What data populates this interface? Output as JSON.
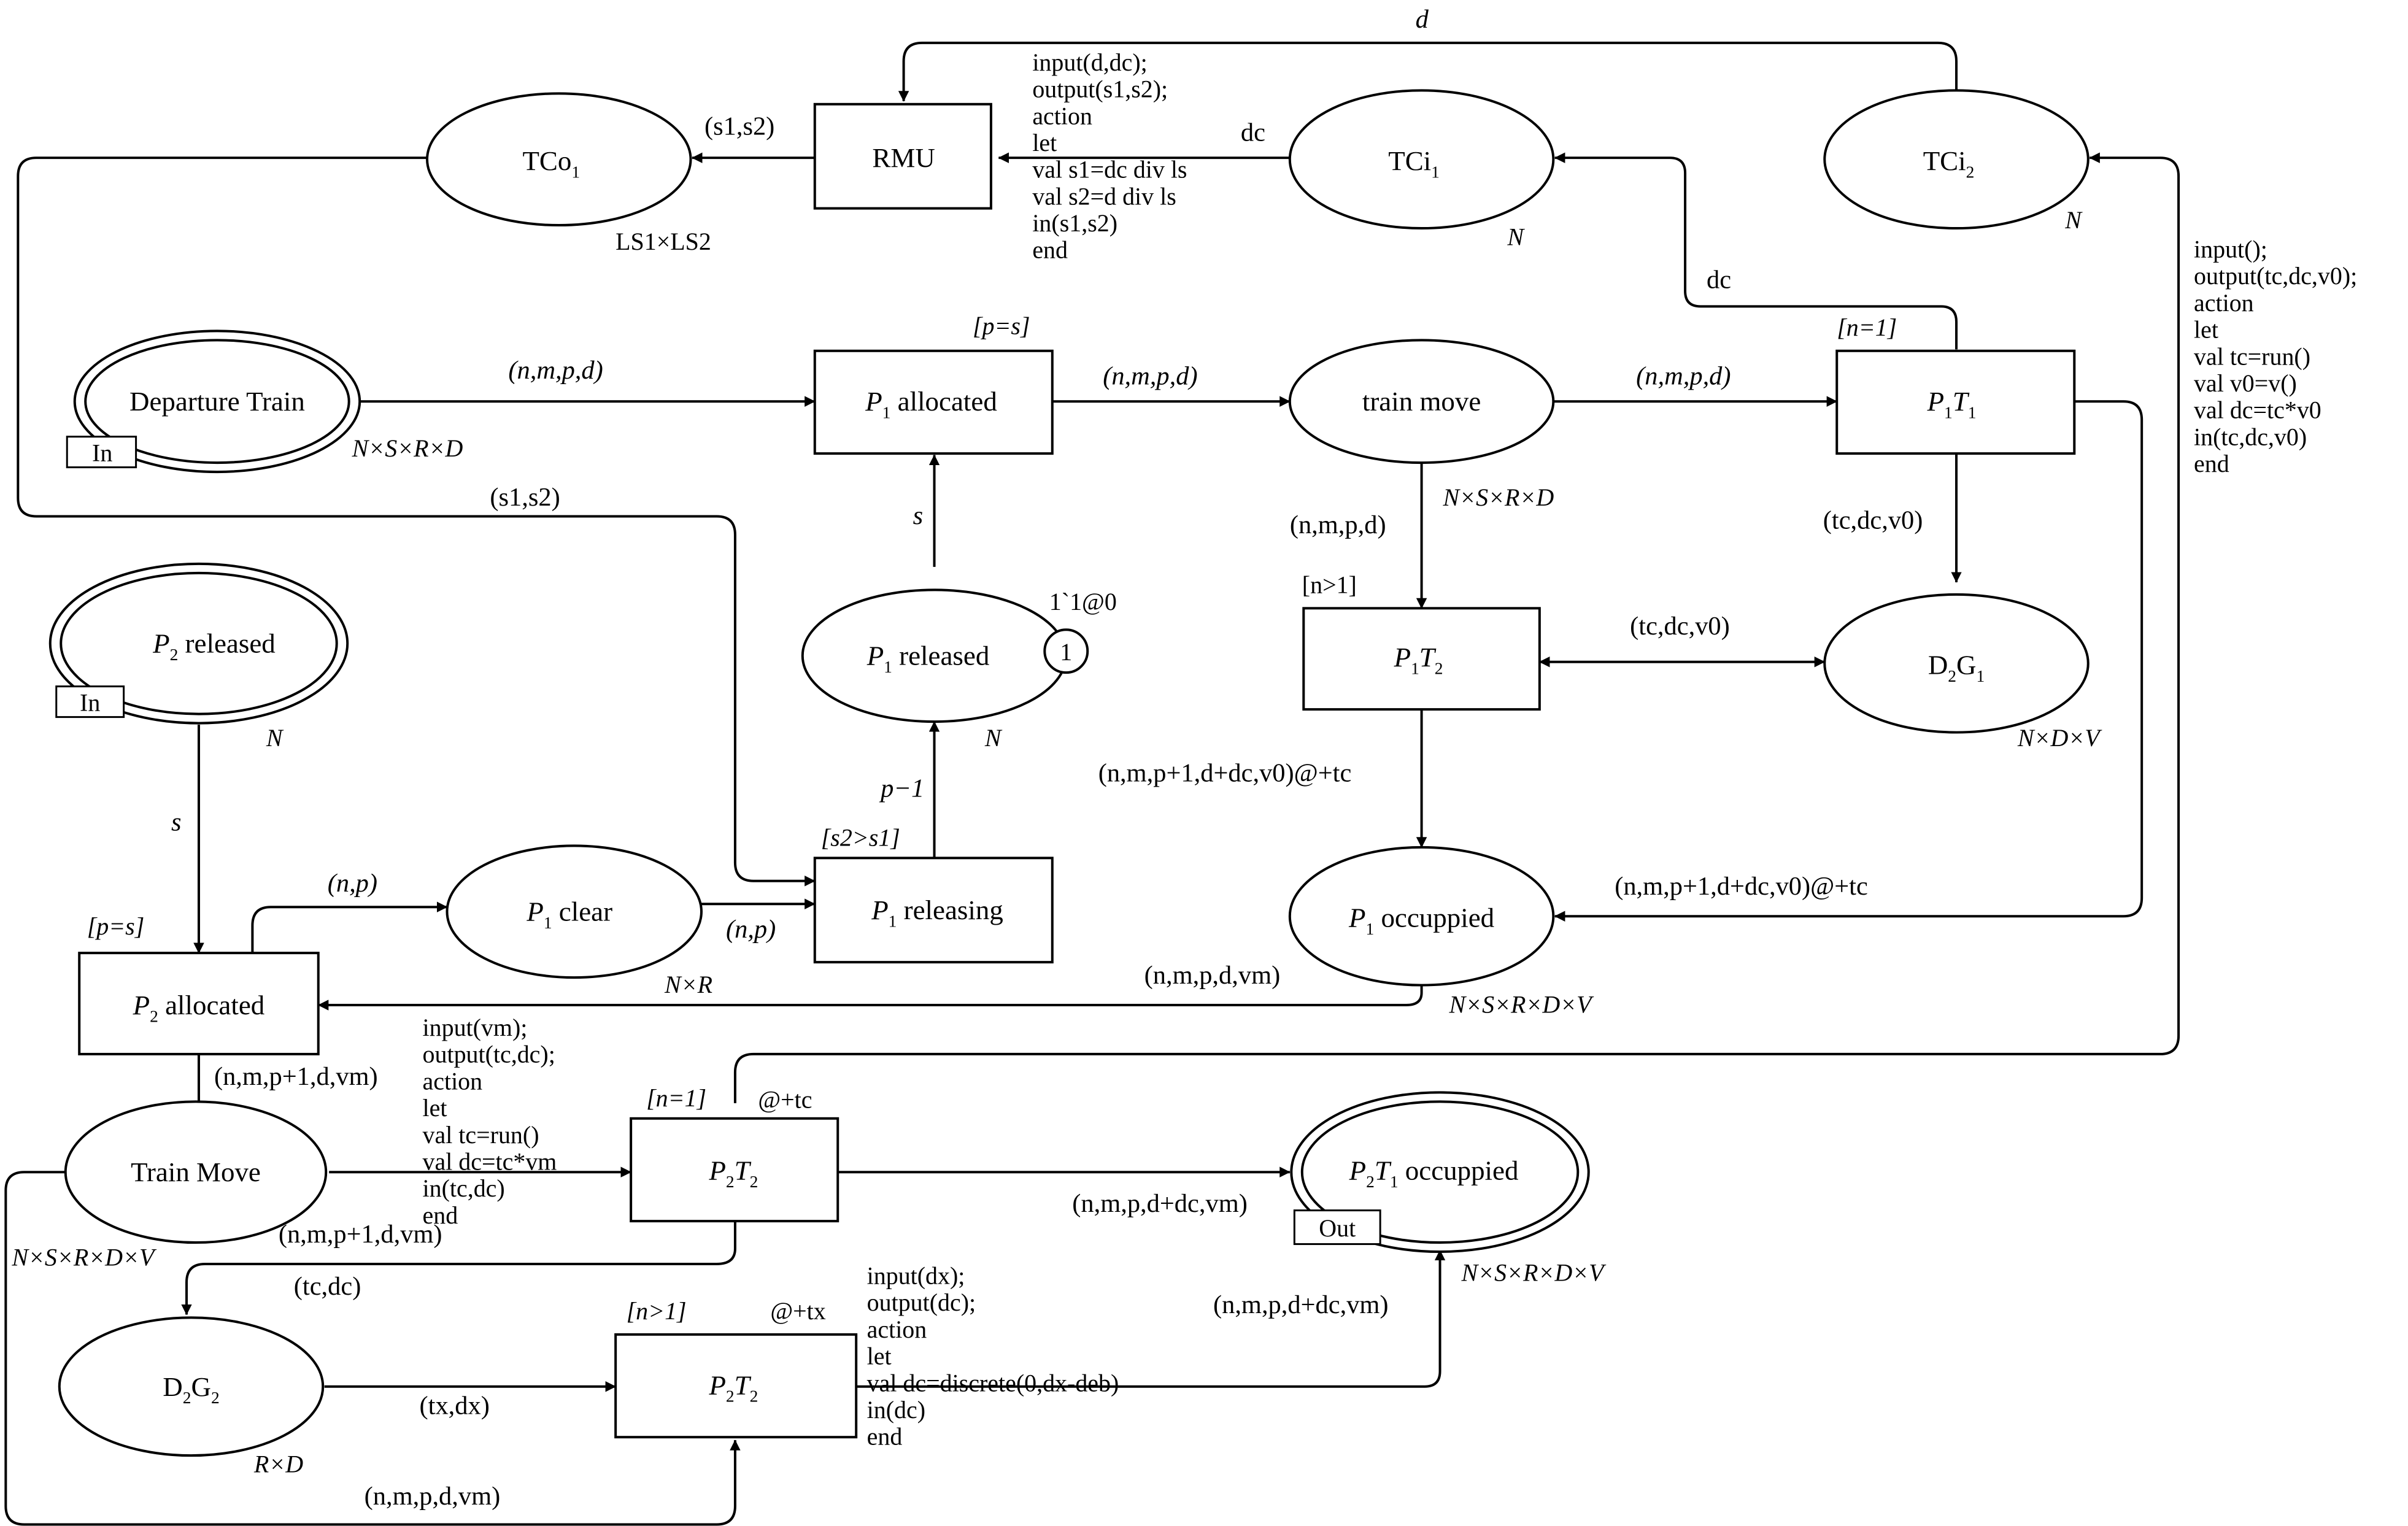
{
  "places": {
    "tco1": {
      "name": "TCo",
      "sub": "1",
      "type": "LS1×LS2"
    },
    "tci1": {
      "name": "TCi",
      "sub": "1",
      "type": "N"
    },
    "tci2": {
      "name": "TCi",
      "sub": "2",
      "type": "N"
    },
    "departure": {
      "name": "Departure Train",
      "port": "In",
      "type": "N×S×R×D"
    },
    "trainmove1": {
      "name": "train move",
      "type": "N×S×R×D"
    },
    "p2released": {
      "var": "P",
      "sub": "2",
      "name": " released",
      "port": "In",
      "type": "N"
    },
    "p1released": {
      "var": "P",
      "sub": "1",
      "name": " released",
      "token_count": "1",
      "marking": "1`1@0",
      "type": "N"
    },
    "d2g1": {
      "name": "D",
      "sub": "2",
      "name2": "G",
      "sub2": "1",
      "type": "N×D×V"
    },
    "p1clear": {
      "var": "P",
      "sub": "1",
      "name": " clear",
      "type": "N×R"
    },
    "p1occupied": {
      "var": "P",
      "sub": "1",
      "name": " occuppied",
      "type": "N×S×R×D×V"
    },
    "trainmove2": {
      "name": "Train Move",
      "type": "N×S×R×D×V"
    },
    "p2t1occupied": {
      "var": "P",
      "sub": "2",
      "var2": "T",
      "sub2": "1",
      "name": " occuppied",
      "port": "Out",
      "type": "N×S×R×D×V"
    },
    "d2g2": {
      "name": "D",
      "sub": "2",
      "name2": "G",
      "sub2": "2",
      "type": "R×D"
    }
  },
  "transitions": {
    "rmu": {
      "name": "RMU"
    },
    "p1allocated": {
      "var": "P",
      "sub": "1",
      "name": " allocated",
      "guard": "[p=s]"
    },
    "p1t1": {
      "var": "P",
      "sub": "1",
      "var2": "T",
      "sub2": "1",
      "guard": "[n=1]"
    },
    "p1t2": {
      "var": "P",
      "sub": "1",
      "var2": "T",
      "sub2": "2",
      "guard": "[n>1]"
    },
    "p1releasing": {
      "var": "P",
      "sub": "1",
      "name": " releasing",
      "guard": "[s2>s1]"
    },
    "p2allocated": {
      "var": "P",
      "sub": "2",
      "name": " allocated",
      "guard": "[p=s]"
    },
    "p2t2a": {
      "var": "P",
      "sub": "2",
      "var2": "T",
      "sub2": "2",
      "guard": "[n=1]",
      "delay": "@+tc"
    },
    "p2t2b": {
      "var": "P",
      "sub": "2",
      "var2": "T",
      "sub2": "2",
      "guard": "[n>1]",
      "delay": "@+tx"
    }
  },
  "arcs": {
    "d": "d",
    "s1s2_top": "(s1,s2)",
    "dc_rmu": "dc",
    "dc_t1": "dc",
    "nmpd_1": "(n,m,p,d)",
    "nmpd_2": "(n,m,p,d)",
    "nmpd_3": "(n,m,p,d)",
    "nmpd_plain": "(n,m,p,d)",
    "s1s2_loop": "(s1,s2)",
    "s_up": "s",
    "tcdcv0_1": "(tc,dc,v0)",
    "tcdcv0_2": "(tc,dc,v0)",
    "pm1": "p−1",
    "nmp1_1": "(n,m,p+1,d+dc,v0)@+tc",
    "nmp1_2": "(n,m,p+1,d+dc,v0)@+tc",
    "s_down": "s",
    "np_1": "(n,p)",
    "np_2": "(n,p)",
    "nmpdvm": "(n,m,p,d,vm)",
    "nmp1dvm_1": "(n,m,p+1,d,vm)",
    "nmp1dvm_2": "(n,m,p+1,d,vm)",
    "tcdc": "(tc,dc)",
    "nmpddcvm_1": "(n,m,p,d+dc,vm)",
    "nmpddcvm_2": "(n,m,p,d+dc,vm)",
    "txdx": "(tx,dx)",
    "nmpdvm_bottom": "(n,m,p,d,vm)"
  },
  "code": {
    "rmu": [
      "input(d,dc);",
      "output(s1,s2);",
      "action",
      "let",
      "val s1=dc div ls",
      "val s2=d div ls",
      "in(s1,s2)",
      "end"
    ],
    "p1t1": [
      "input();",
      "output(tc,dc,v0);",
      "action",
      "let",
      "val tc=run()",
      "val v0=v()",
      "val dc=tc*v0",
      "in(tc,dc,v0)",
      "end"
    ],
    "p2t2a": [
      "input(vm);",
      "output(tc,dc);",
      "action",
      "let",
      "val tc=run()",
      "val dc=tc*vm",
      "in(tc,dc)",
      "end"
    ],
    "p2t2b": [
      "input(dx);",
      "output(dc);",
      "action",
      "let",
      "val dc=discrete(0,dx-deb)",
      "in(dc)",
      "end"
    ]
  }
}
